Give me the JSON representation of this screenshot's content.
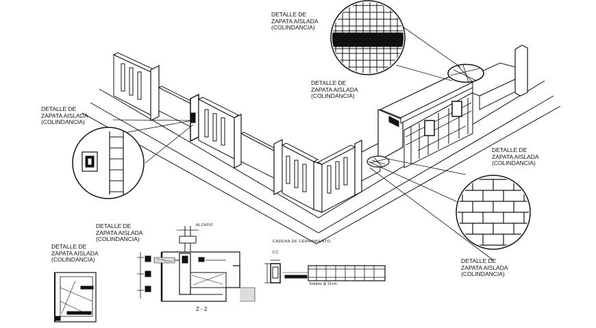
{
  "labels": {
    "top_center": {
      "l1": "DETALLE DE",
      "l2": "ZAPATA AISLADA",
      "l3": "(COLINDANCIA)"
    },
    "mid_center": {
      "l1": "DETALLE DE",
      "l2": "ZAPATA AISLADA",
      "l3": "(COLINDANCIA)"
    },
    "left": {
      "l1": "DETALLE DE",
      "l2": "ZAPATA AISLADA",
      "l3": "(COLINDANCIA)"
    },
    "right_upper": {
      "l1": "DETALLE DE",
      "l2": "ZAPATA AISLADA",
      "l3": "(COLINDANCIA)"
    },
    "right_lower": {
      "l1": "DETALLE DE",
      "l2": "ZAPATA AISLADA",
      "l3": "(COLINDANCIA)"
    },
    "bottom_left": {
      "l1": "DETALLE DE",
      "l2": "ZAPATA AISLADA",
      "l3": "(COLINDANCIA)"
    },
    "bottom_mid": {
      "l1": "DETALLE DE",
      "l2": "ZAPATA AISLADA",
      "l3": "(COLINDANCIA)"
    }
  },
  "sections": {
    "alzado": "ALZADO",
    "z2": "Z - 2",
    "cadena": "CADENA DE CERRAMIENTO",
    "cc": "CC",
    "estribos": "Estribos @ 15 cm."
  }
}
